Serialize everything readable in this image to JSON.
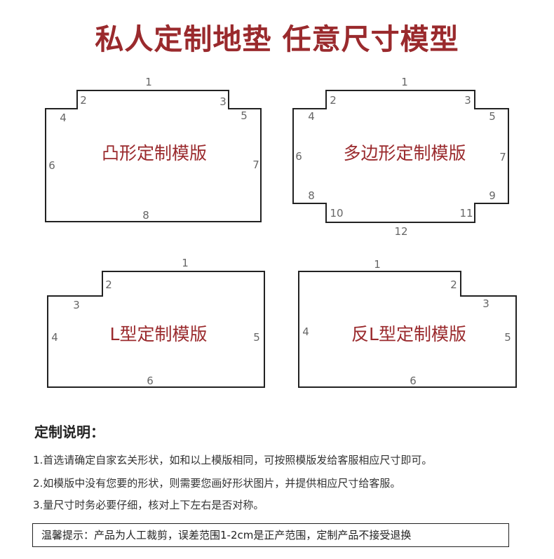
{
  "title": "私人定制地垫 任意尺寸模型",
  "templates": [
    {
      "label": "凸形定制模版",
      "numbers": [
        "1",
        "2",
        "3",
        "4",
        "5",
        "6",
        "7",
        "8"
      ]
    },
    {
      "label": "多边形定制模版",
      "numbers": [
        "1",
        "2",
        "3",
        "4",
        "5",
        "6",
        "7",
        "8",
        "9",
        "10",
        "11",
        "12"
      ]
    },
    {
      "label": "L型定制模版",
      "numbers": [
        "1",
        "2",
        "3",
        "4",
        "5",
        "6"
      ]
    },
    {
      "label": "反L型定制模版",
      "numbers": [
        "1",
        "2",
        "3",
        "4",
        "5",
        "6"
      ]
    }
  ],
  "description": {
    "heading": "定制说明：",
    "lines": [
      "1.首选请确定自家玄关形状，如和以上模版相同，可按照模版发给客服相应尺寸即可。",
      "2.如模版中没有您要的形状，则需要您画好形状图片，并提供相应尺寸给客服。",
      "3.量尺寸时务必要仔细，核对上下左右是否对称。"
    ]
  },
  "notice": "温馨提示：产品为人工裁剪，误差范围1-2cm是正产范围，定制产品不接受退换"
}
